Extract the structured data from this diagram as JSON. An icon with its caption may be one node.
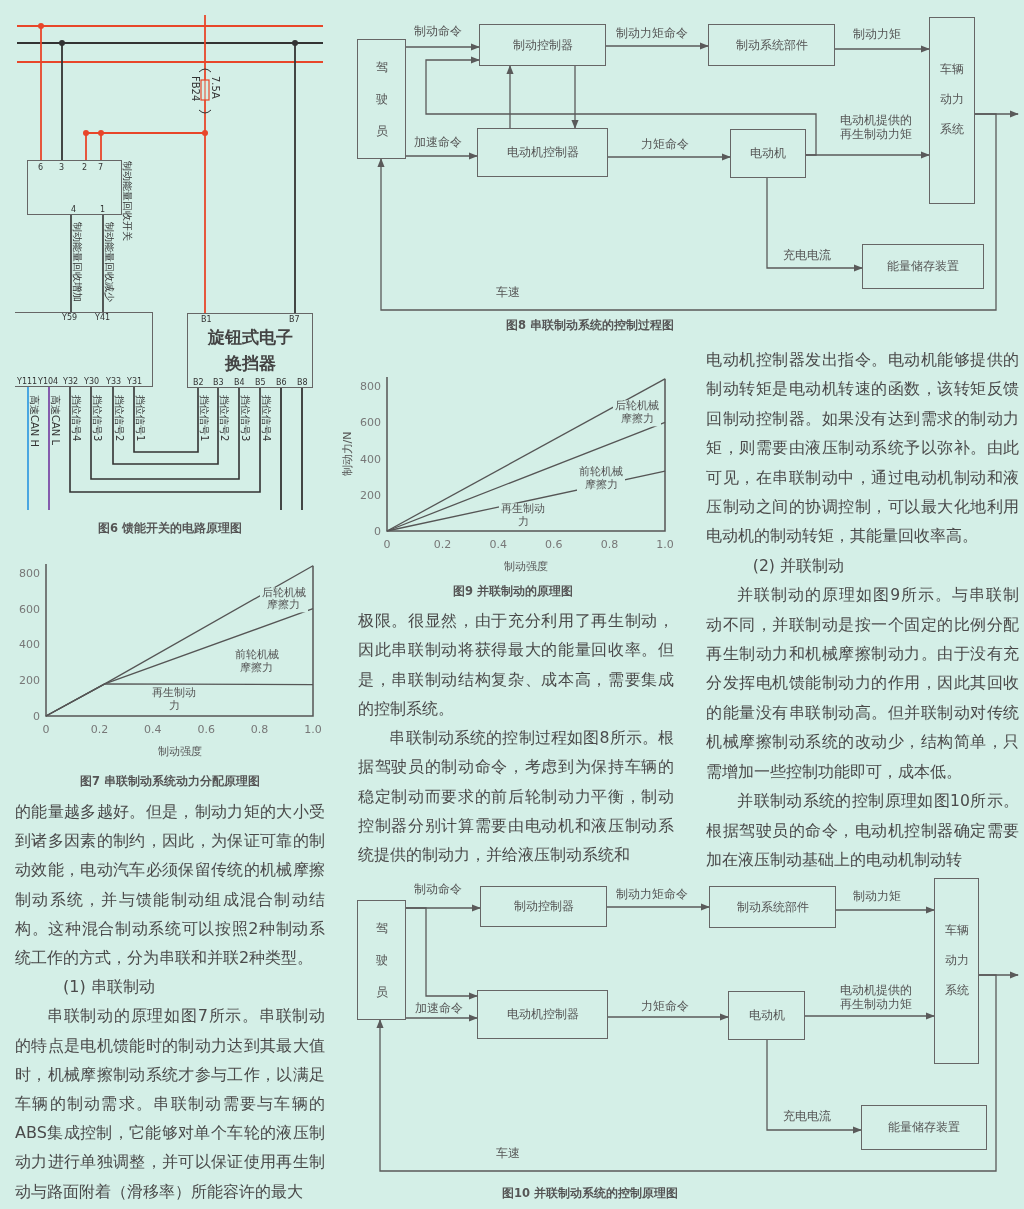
{
  "diagram": {
    "nodes": [
      {
        "text": [],
        "shape": "box",
        "beside": [
          "制动能量回收开关"
        ]
      },
      {
        "text": [],
        "shape": "box"
      },
      {
        "text": [
          "旋钮式电子换挡器"
        ]
      },
      {
        "text": [
          "驾驶员"
        ]
      },
      {
        "text": [
          "制动控制器"
        ]
      },
      {
        "text": [
          "制动系统部件"
        ]
      },
      {
        "text": [
          "车辆动力系统"
        ]
      },
      {
        "text": [
          "电动机控制器"
        ]
      },
      {
        "text": [
          "电动机"
        ]
      },
      {
        "text": [
          "能量储存装置"
        ]
      },
      {
        "text": [
          "驾驶员"
        ]
      },
      {
        "text": [
          "制动控制器"
        ]
      },
      {
        "text": [
          "制动系统部件"
        ]
      },
      {
        "text": [
          "车辆动力系统"
        ]
      },
      {
        "text": [
          "电动机控制器"
        ]
      },
      {
        "text": [
          "电动机"
        ]
      },
      {
        "text": [
          "能量储存装置"
        ]
      }
    ],
    "edges": [
      {
        "from": 0,
        "to": 1,
        "arrow": "none",
        "label": "制动能量回收增加"
      },
      {
        "from": 0,
        "to": 1,
        "arrow": "none",
        "label": "制动能量回收减少"
      },
      {
        "from": 1,
        "to": 2,
        "arrow": "none"
      },
      {
        "from": 1,
        "to": 2,
        "arrow": "none"
      },
      {
        "from": 1,
        "to": 2,
        "arrow": "none"
      },
      {
        "from": 1,
        "to": 2,
        "arrow": "none"
      },
      {
        "from": 3,
        "to": 4,
        "arrow": "to",
        "label": "制动命令"
      },
      {
        "from": 4,
        "to": 5,
        "arrow": "to",
        "label": "制动力矩命令"
      },
      {
        "from": 5,
        "to": 6,
        "arrow": "to",
        "label": "制动力矩"
      },
      {
        "from": 3,
        "to": 7,
        "arrow": "to",
        "label": "加速命令"
      },
      {
        "from": 7,
        "to": 8,
        "arrow": "to",
        "label": "力矩命令"
      },
      {
        "from": 8,
        "to": 6,
        "arrow": "to",
        "label": "电动机提供的再生制动力矩"
      },
      {
        "from": 7,
        "to": 4,
        "arrow": "to"
      },
      {
        "from": 4,
        "to": 7,
        "arrow": "to"
      },
      {
        "from": 8,
        "to": 4,
        "arrow": "to"
      },
      {
        "from": 8,
        "to": 9,
        "arrow": "to",
        "label": "充电电流"
      },
      {
        "from": 6,
        "to": null,
        "arrow": "to"
      },
      {
        "from": 6,
        "to": 3,
        "arrow": "to",
        "label": "车速"
      },
      {
        "from": 10,
        "to": 11,
        "arrow": "to",
        "label": "制动命令"
      },
      {
        "from": 10,
        "to": 14,
        "arrow": "to"
      },
      {
        "from": 11,
        "to": 12,
        "arrow": "to",
        "label": "制动力矩命令"
      },
      {
        "from": 12,
        "to": 13,
        "arrow": "to",
        "label": "制动力矩"
      },
      {
        "from": 10,
        "to": 14,
        "arrow": "to",
        "label": "加速命令"
      },
      {
        "from": 14,
        "to": 15,
        "arrow": "to",
        "label": "力矩命令"
      },
      {
        "from": 15,
        "to": 13,
        "arrow": "to",
        "label": "电动机提供的再生制动力矩"
      },
      {
        "from": 15,
        "to": 16,
        "arrow": "to",
        "label": "充电电流"
      },
      {
        "from": 13,
        "to": null,
        "arrow": "to"
      },
      {
        "from": 13,
        "to": 10,
        "arrow": "to",
        "label": "车速"
      }
    ],
    "labels": [
      "FB24",
      "7.5A",
      "6",
      "3",
      "2",
      "7",
      "4",
      "1",
      "Y59",
      "Y41",
      "Y111",
      "Y104",
      "Y32",
      "Y30",
      "Y33",
      "Y31",
      "B1",
      "B7",
      "B2",
      "B3",
      "B4",
      "B5",
      "B6",
      "B8",
      "高速CAN H",
      "高速CAN L",
      "挡位信号4",
      "挡位信号3",
      "挡位信号2",
      "挡位信号1",
      "挡位信号1",
      "挡位信号2",
      "挡位信号3",
      "挡位信号4",
      "图6 馈能开关的电路原理图",
      "图7 串联制动系统动力分配原理图",
      "的能量越多越好。但是，制动力矩的大小受到诸多因素的制约，因此，为保证可靠的制动效能，电动汽车必须保留传统的机械摩擦制动系统，并与馈能制动组成混合制动结构。这种混合制动系统可以按照2种制动系统工作的方式，分为串联和并联2种类型。",
      "(1) 串联制动",
      "串联制动的原理如图7所示。串联制动的特点是电机馈能时的制动力达到其最大值时，机械摩擦制动系统才参与工作，以满足车辆的制动需求。串联制动需要与车辆的ABS集成控制，它能够对单个车轮的液压制动力进行单独调整，并可以保证使用再生制动与路面附着（滑移率）所能容许的最大",
      "图8 串联制动系统的控制过程图",
      "图9 并联制动的原理图",
      "极限。很显然，由于充分利用了再生制动，因此串联制动将获得最大的能量回收率。但是，串联制动结构复杂、成本高，需要集成的控制系统。",
      "串联制动系统的控制过程如图8所示。根据驾驶员的制动命令，考虑到为保持车辆的稳定制动而要求的前后轮制动力平衡，制动控制器分别计算需要由电动机和液压制动系统提供的制动力，并给液压制动系统和",
      "电动机控制器发出指令。电动机能够提供的制动转矩是电动机转速的函数，该转矩反馈回制动控制器。如果没有达到需求的制动力矩，则需要由液压制动系统予以弥补。由此可见，在串联制动中，通过电动机制动和液压制动之间的协调控制，可以最大化地利用电动机的制动转矩，其能量回收率高。",
      "(2) 并联制动",
      "并联制动的原理如图9所示。与串联制动不同，并联制动是按一个固定的比例分配再生制动力和机械摩擦制动力。由于没有充分发挥电机馈能制动力的作用，因此其回收的能量没有串联制动高。但并联制动对传统机械摩擦制动系统的改动少，结构简单，只需增加一些控制功能即可，成本低。",
      "并联制动系统的控制原理如图10所示。根据驾驶员的命令，电动机控制器确定需要加在液压制动基础上的电动机制动转",
      "图10 并联制动系统的控制原理图"
    ],
    "chart_data": [
      {
        "type": "line",
        "xlabel": "制动强度",
        "x": [
          0,
          0.22,
          1
        ],
        "xlim": [
          0,
          1
        ],
        "ylim": [
          0,
          850
        ],
        "xticks": [
          0,
          0.2,
          0.4,
          0.6,
          0.8,
          {
            "value": 1,
            "label": "1.0"
          }
        ],
        "yticks": [
          0,
          200,
          400,
          600,
          800
        ],
        "series": [
          {
            "color": "#555555",
            "values": [
              0,
              180,
              840
            ]
          },
          {
            "color": "#555555",
            "values": [
              0,
              180,
              600
            ]
          },
          {
            "color": "#555555",
            "values": [
              0,
              180,
              175
            ]
          }
        ],
        "annotations": [
          "后轮机械摩擦力",
          "前轮机械摩擦力",
          "再生制动力"
        ]
      },
      {
        "type": "line",
        "xlabel": "制动强度",
        "ylabel": "制动力/N",
        "x": [
          0,
          1
        ],
        "xlim": [
          0,
          1
        ],
        "ylim": [
          0,
          850
        ],
        "xticks": [
          0,
          0.2,
          0.4,
          0.6,
          0.8,
          {
            "value": 1,
            "label": "1.0"
          }
        ],
        "yticks": [
          0,
          200,
          400,
          600,
          800
        ],
        "series": [
          {
            "color": "#555555",
            "values": [
              0,
              840
            ]
          },
          {
            "color": "#555555",
            "values": [
              0,
              600
            ]
          },
          {
            "color": "#555555",
            "values": [
              0,
              330
            ]
          }
        ],
        "annotations": [
          "后轮机械摩擦力",
          "前轮机械摩擦力",
          "再生制动力"
        ]
      }
    ]
  }
}
